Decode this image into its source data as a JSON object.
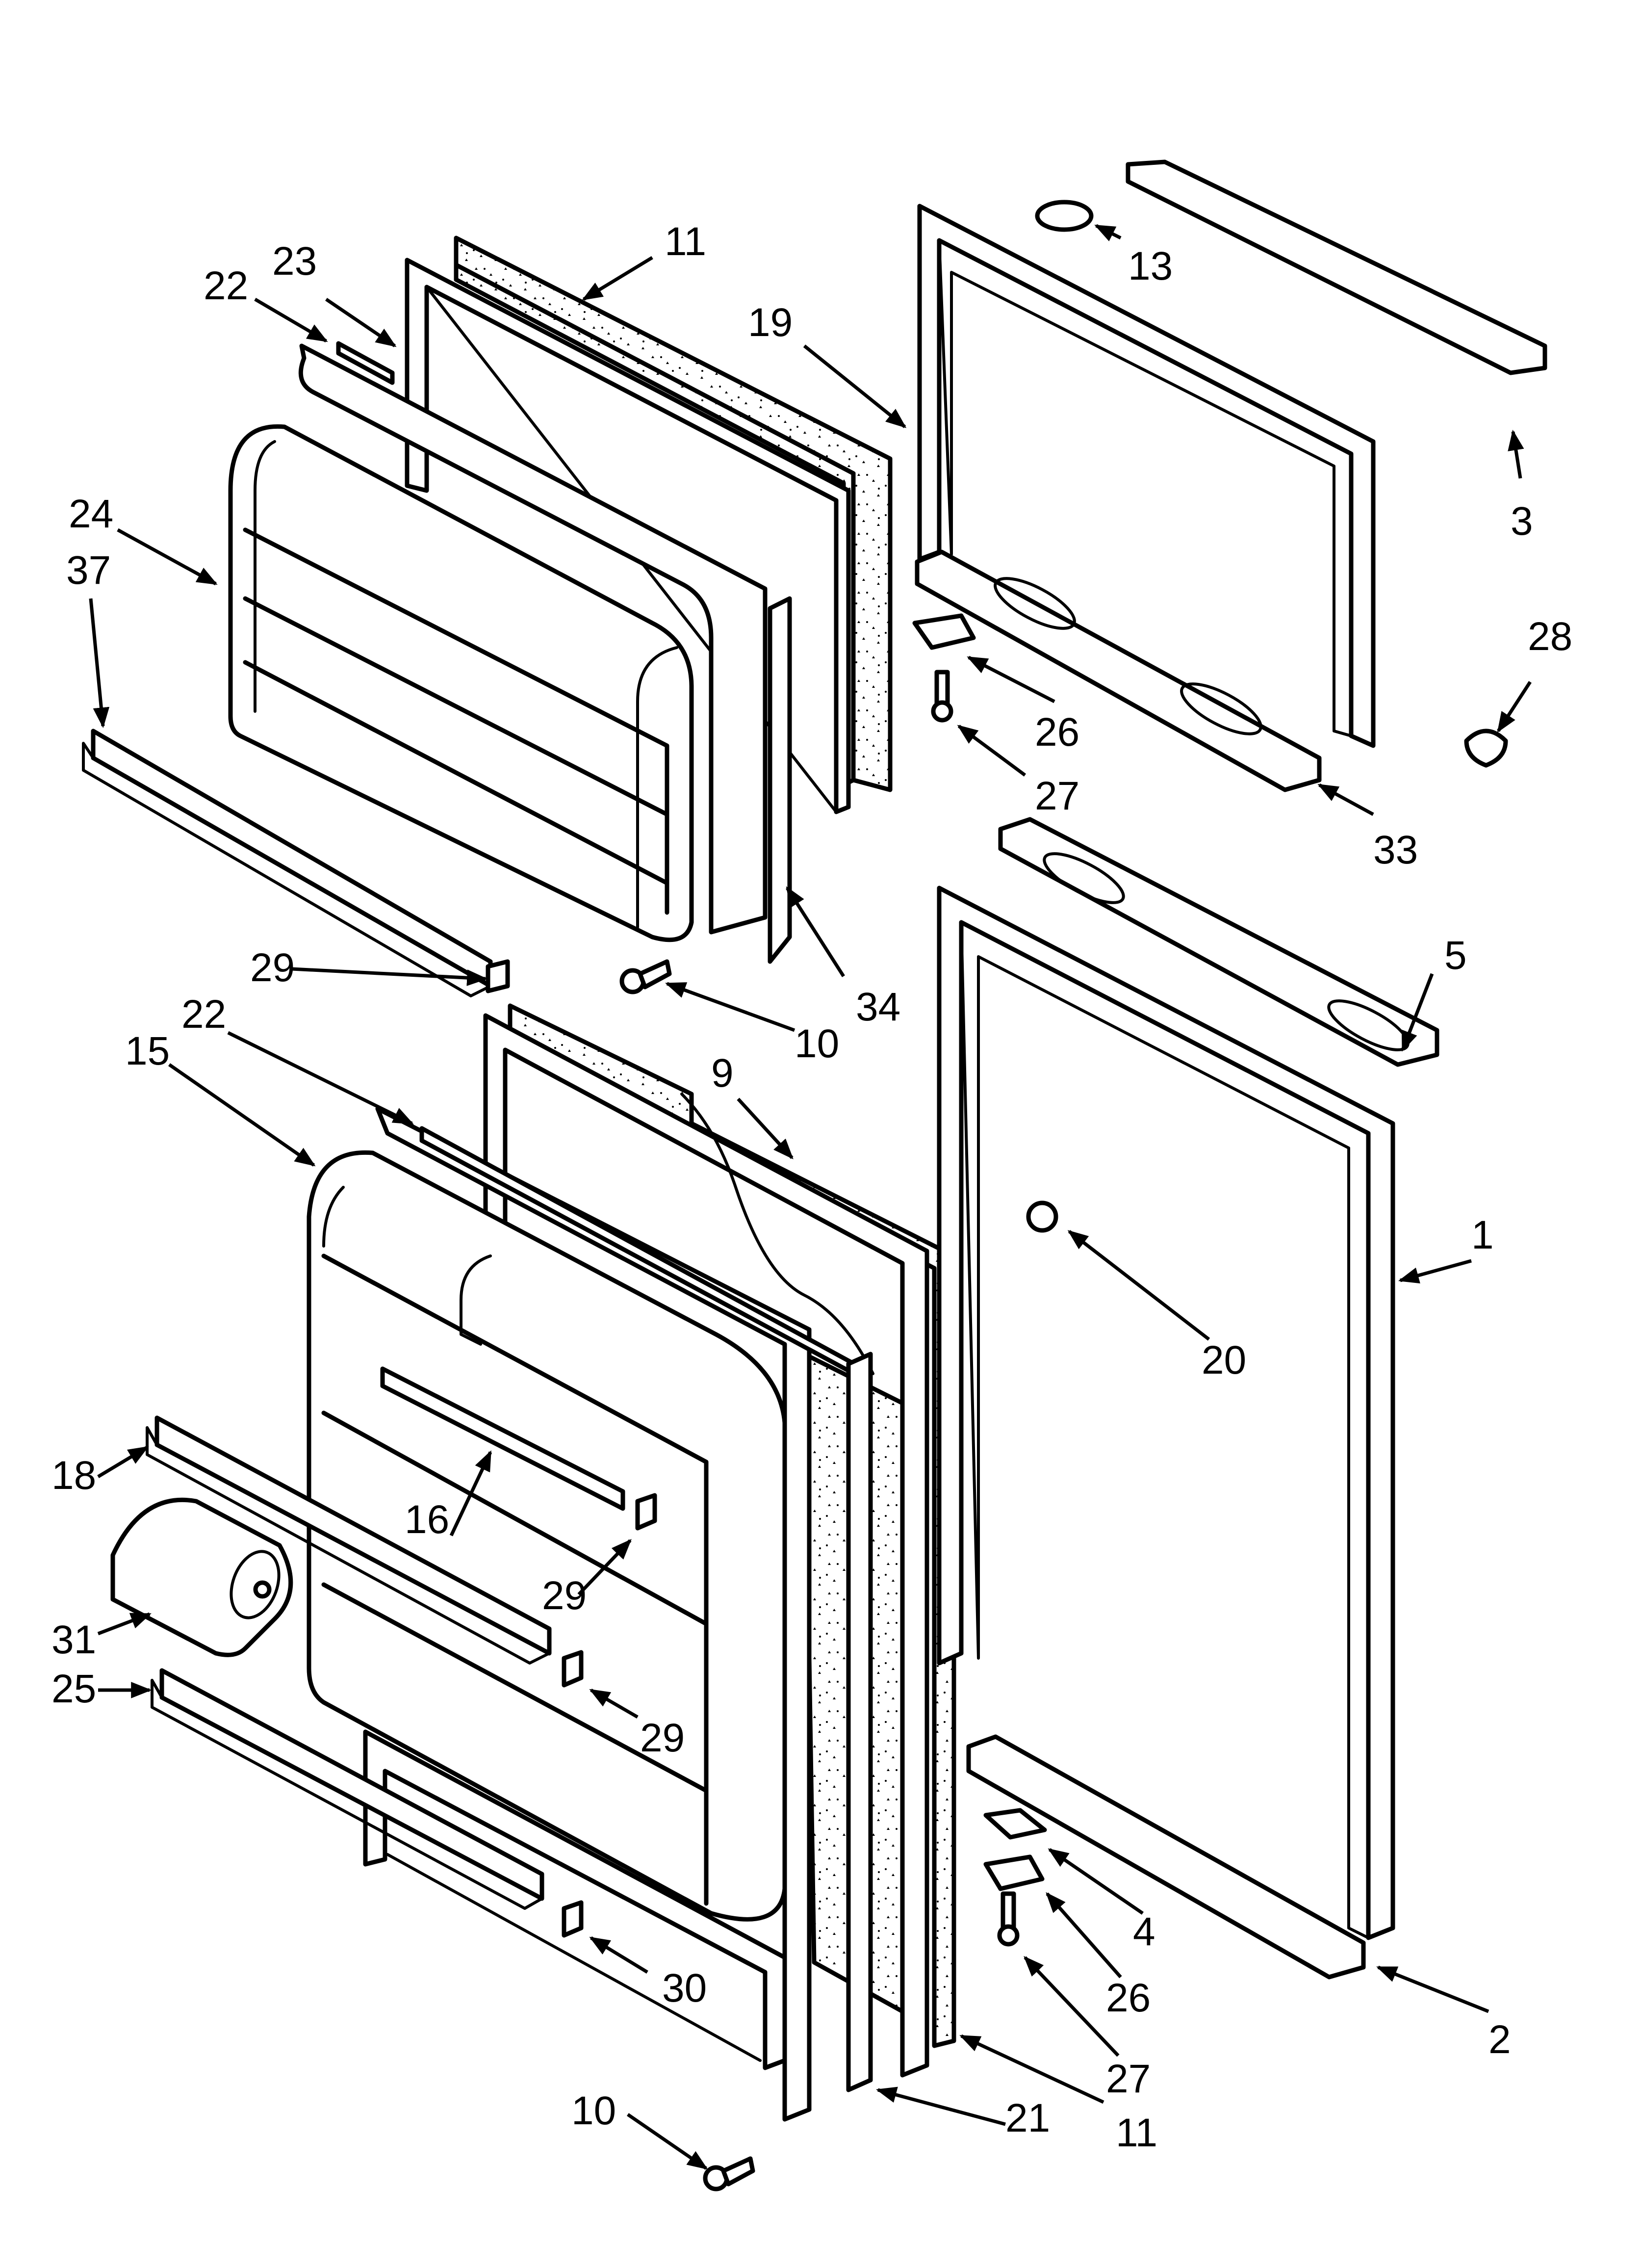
{
  "callouts": {
    "c1": "1",
    "c2": "2",
    "c3": "3",
    "c4": "4",
    "c5": "5",
    "c9": "9",
    "c10a": "10",
    "c10b": "10",
    "c11a": "11",
    "c11b": "11",
    "c13": "13",
    "c15": "15",
    "c16": "16",
    "c18": "18",
    "c19": "19",
    "c20": "20",
    "c21": "21",
    "c22a": "22",
    "c22b": "22",
    "c23": "23",
    "c24": "24",
    "c25": "25",
    "c26a": "26",
    "c26b": "26",
    "c27a": "27",
    "c27b": "27",
    "c28": "28",
    "c29a": "29",
    "c29b": "29",
    "c29c": "29",
    "c30": "30",
    "c31": "31",
    "c33": "33",
    "c34": "34",
    "c37": "37"
  }
}
